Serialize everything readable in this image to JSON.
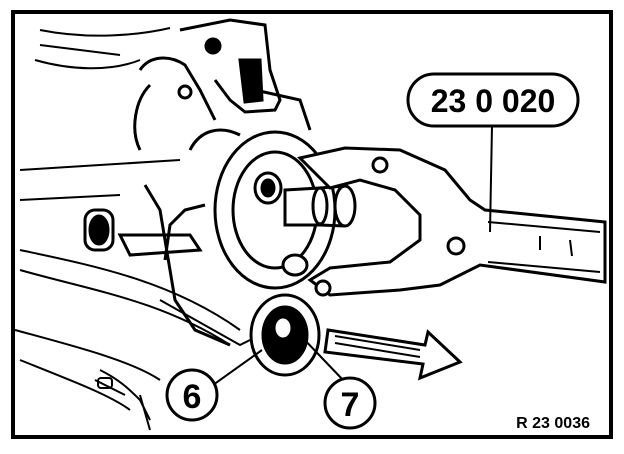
{
  "tool_label": "23 0 020",
  "callouts": [
    {
      "id": "6",
      "text": "6"
    },
    {
      "id": "7",
      "text": "7"
    }
  ],
  "figure_code": "R 23 0036",
  "colors": {
    "ink": "#000000",
    "paper": "#ffffff"
  }
}
